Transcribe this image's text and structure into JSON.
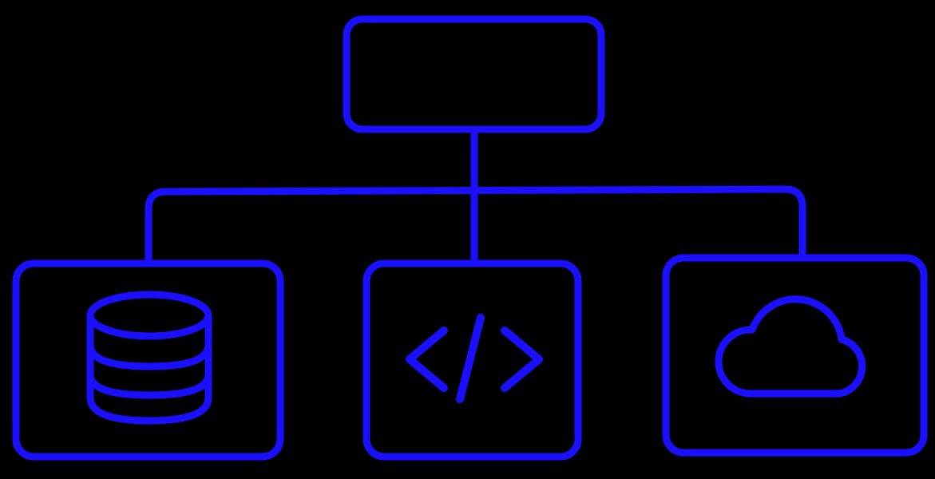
{
  "diagram": {
    "background": "#000000",
    "stroke_color": "#1a10ff",
    "root": {
      "name": "root-box",
      "label": ""
    },
    "children": [
      {
        "name": "database-node",
        "icon": "database-icon"
      },
      {
        "name": "code-node",
        "icon": "code-icon"
      },
      {
        "name": "cloud-node",
        "icon": "cloud-icon"
      }
    ]
  }
}
